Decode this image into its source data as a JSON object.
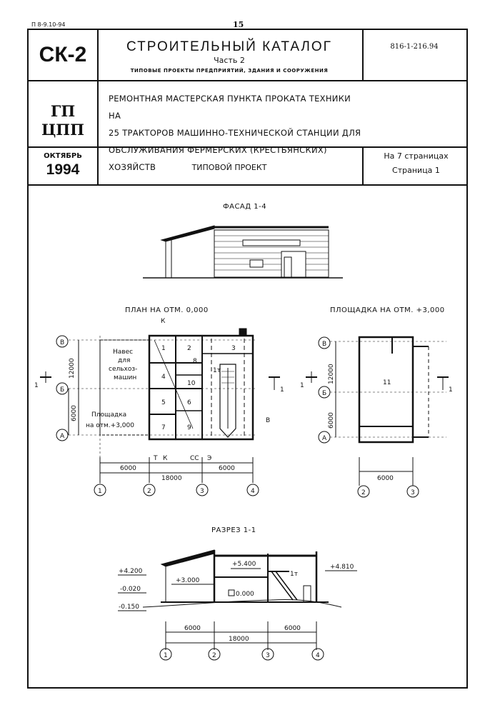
{
  "header": {
    "top_code": "П 8-9.10-94",
    "page_number": "15",
    "series": "СК-2",
    "catalog_title": "СТРОИТЕЛЬНЫЙ КАТАЛОГ",
    "catalog_part": "Часть 2",
    "catalog_subtitle": "ТИПОВЫЕ ПРОЕКТЫ ПРЕДПРИЯТИЙ, ЗДАНИЯ И СООРУЖЕНИЯ",
    "doc_code": "816-1-216.94",
    "section_line1": "ГП",
    "section_line2": "ЦПП",
    "description_lines": [
      "РЕМОНТНАЯ МАСТЕРСКАЯ ПУНКТА ПРОКАТА ТЕХНИКИ НА",
      "25 ТРАКТОРОВ МАШИННО-ТЕХНИЧЕСКОЙ СТАНЦИИ ДЛЯ",
      "ОБСЛУЖИВАНИЯ ФЕРМЕРСКИХ (КРЕСТЬЯНСКИХ) ХОЗЯЙСТВ"
    ],
    "month": "ОКТЯБРЬ",
    "year": "1994",
    "project_type": "ТИПОВОЙ ПРОЕКТ",
    "pages_total": "На 7 страницах",
    "page_current": "Страница 1"
  },
  "drawings": {
    "facade_title": "ФАСАД 1-4",
    "plan_title": "ПЛАН НА ОТМ. 0,000",
    "platform_title": "ПЛОЩАДКА НА ОТМ. +3,000",
    "section_title": "РАЗРЕЗ 1-1",
    "canopy_label": [
      "Навес",
      "для",
      "сельхоз-",
      "машин"
    ],
    "platform_label": [
      "Площадка",
      "на отм.+3,000"
    ],
    "room_numbers": [
      "1",
      "2",
      "3",
      "4",
      "5",
      "6",
      "7",
      "8",
      "9",
      "10",
      "1т"
    ],
    "platform_room": "11",
    "axes_letters": [
      "В",
      "Б",
      "А"
    ],
    "axes_numbers": [
      "1",
      "2",
      "3",
      "4"
    ],
    "dims": [
      "12000",
      "6000",
      "6000",
      "18000",
      "6000"
    ],
    "entries": [
      "К",
      "В",
      "Т",
      "К",
      "СС",
      "Э"
    ],
    "section_marker": "1",
    "levels": [
      "+4.200",
      "+3.000",
      "-0.020",
      "-0.150",
      "+5.400",
      "0.000",
      "+4.810"
    ]
  }
}
